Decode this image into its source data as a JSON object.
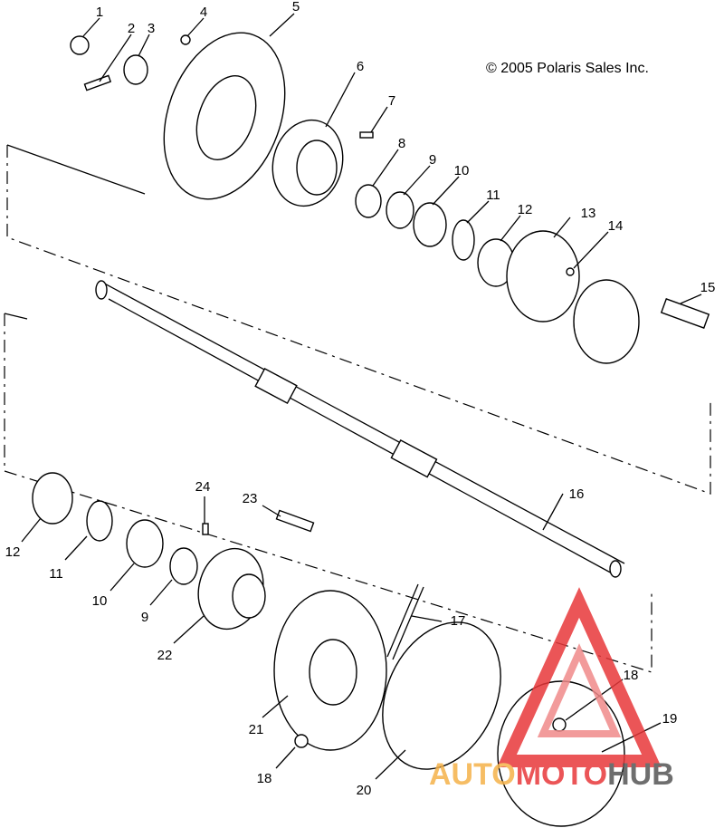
{
  "copyright": "© 2005 Polaris Sales Inc.",
  "callouts": [
    "1",
    "2",
    "3",
    "4",
    "5",
    "6",
    "7",
    "8",
    "9",
    "10",
    "11",
    "12",
    "13",
    "14",
    "15",
    "16",
    "12",
    "11",
    "10",
    "9",
    "22",
    "24",
    "23",
    "21",
    "18",
    "20",
    "17",
    "18",
    "19"
  ],
  "watermark": {
    "prefix": "AUTO",
    "middle": "MOTO",
    "suffix": "HUB",
    "color_light": "#f5b24a",
    "color_red": "#e8383a",
    "color_gray": "#555555"
  }
}
